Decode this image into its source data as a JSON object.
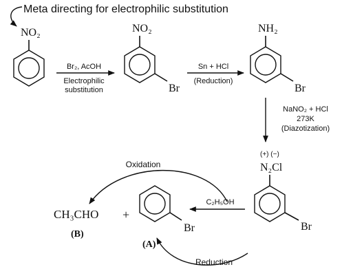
{
  "heading": "Meta directing for electrophilic substitution",
  "step1": {
    "reagent": "Br₂, AcOH",
    "label_line1": "Electrophilic",
    "label_line2": "substitution"
  },
  "step2": {
    "reagent": "Sn + HCl",
    "label": "(Reduction)"
  },
  "step3": {
    "reagent": "NaNO₂ + HCl",
    "temp": "273K",
    "label": "(Diazotization)"
  },
  "step4": {
    "reagent": "C₂H₅OH"
  },
  "oxidation_label": "Oxidation",
  "reduction_label": "Reduction",
  "plus_sign": "+",
  "compounds": {
    "nitrobenzene": {
      "substituent": "NO₂"
    },
    "bromonitrobenzene": {
      "substituent": "NO₂",
      "halogen": "Br"
    },
    "bromoaniline": {
      "substituent": "NH₂",
      "halogen": "Br"
    },
    "diazonium": {
      "charges": "(+) (−)",
      "substituent": "N₂Cl",
      "halogen": "Br"
    },
    "product_a": {
      "halogen": "Br",
      "label": "(A)"
    },
    "product_b": {
      "formula": "CH₃CHO",
      "label": "(B)"
    }
  }
}
